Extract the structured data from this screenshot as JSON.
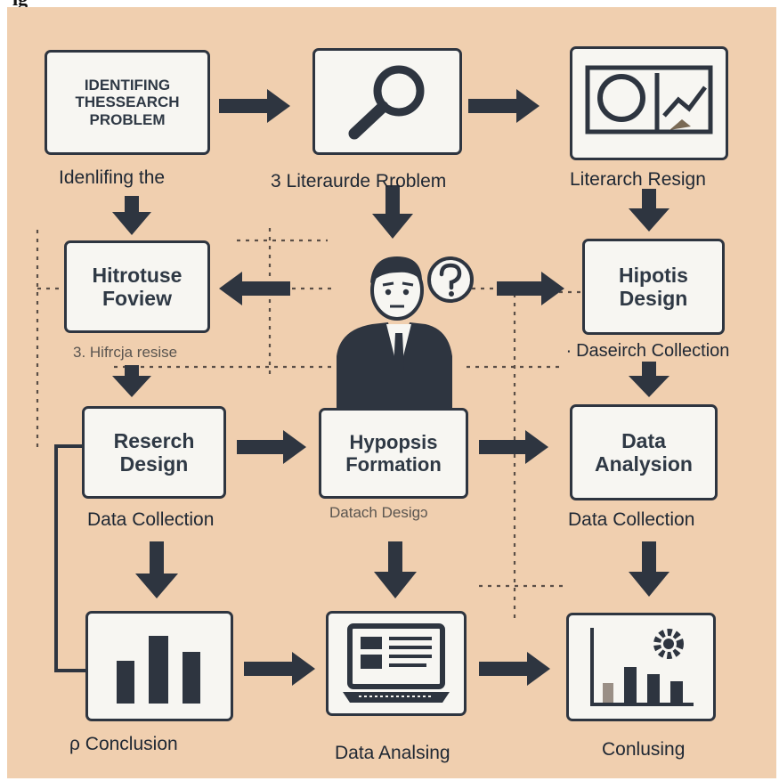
{
  "header_fragment": "ig",
  "colors": {
    "background": "#f0cfaf",
    "box_fill": "#f7f6f2",
    "ink": "#2e3540"
  },
  "nodes": {
    "identifying": {
      "title": "IDENTIFING\nTHESSEARCH\nPROBLEM",
      "caption": "Idenlifing the"
    },
    "literature": {
      "icon": "magnifier-icon",
      "caption": "3 Literaurde Rroblem"
    },
    "research_design_top": {
      "icon": "chart-frame-icon",
      "caption": "Literarch Resign"
    },
    "hitrotuse": {
      "title": "Hitrotuse\nFoview",
      "caption": "3. Hifrcja resise"
    },
    "person": {
      "icon": "researcher-question-icon"
    },
    "hipotis": {
      "title": "Hipotis\nDesign",
      "caption": "∙ Daseirch Collection"
    },
    "reserch": {
      "title": "Reserch\nDesign",
      "caption": "Data Collection"
    },
    "hypopsis": {
      "title": "Hypopsis\nFormation",
      "caption": "Datach Desigɔ"
    },
    "analysion": {
      "title": "Data\nAnalysion",
      "caption": "Data Collection"
    },
    "conclusion": {
      "icon": "bar-chart-icon",
      "caption": "ρ Conclusion"
    },
    "analysing": {
      "icon": "computer-screen-icon",
      "caption": "Data Analsing"
    },
    "conlusing": {
      "icon": "chart-gear-icon",
      "caption": "Conlusing"
    }
  }
}
